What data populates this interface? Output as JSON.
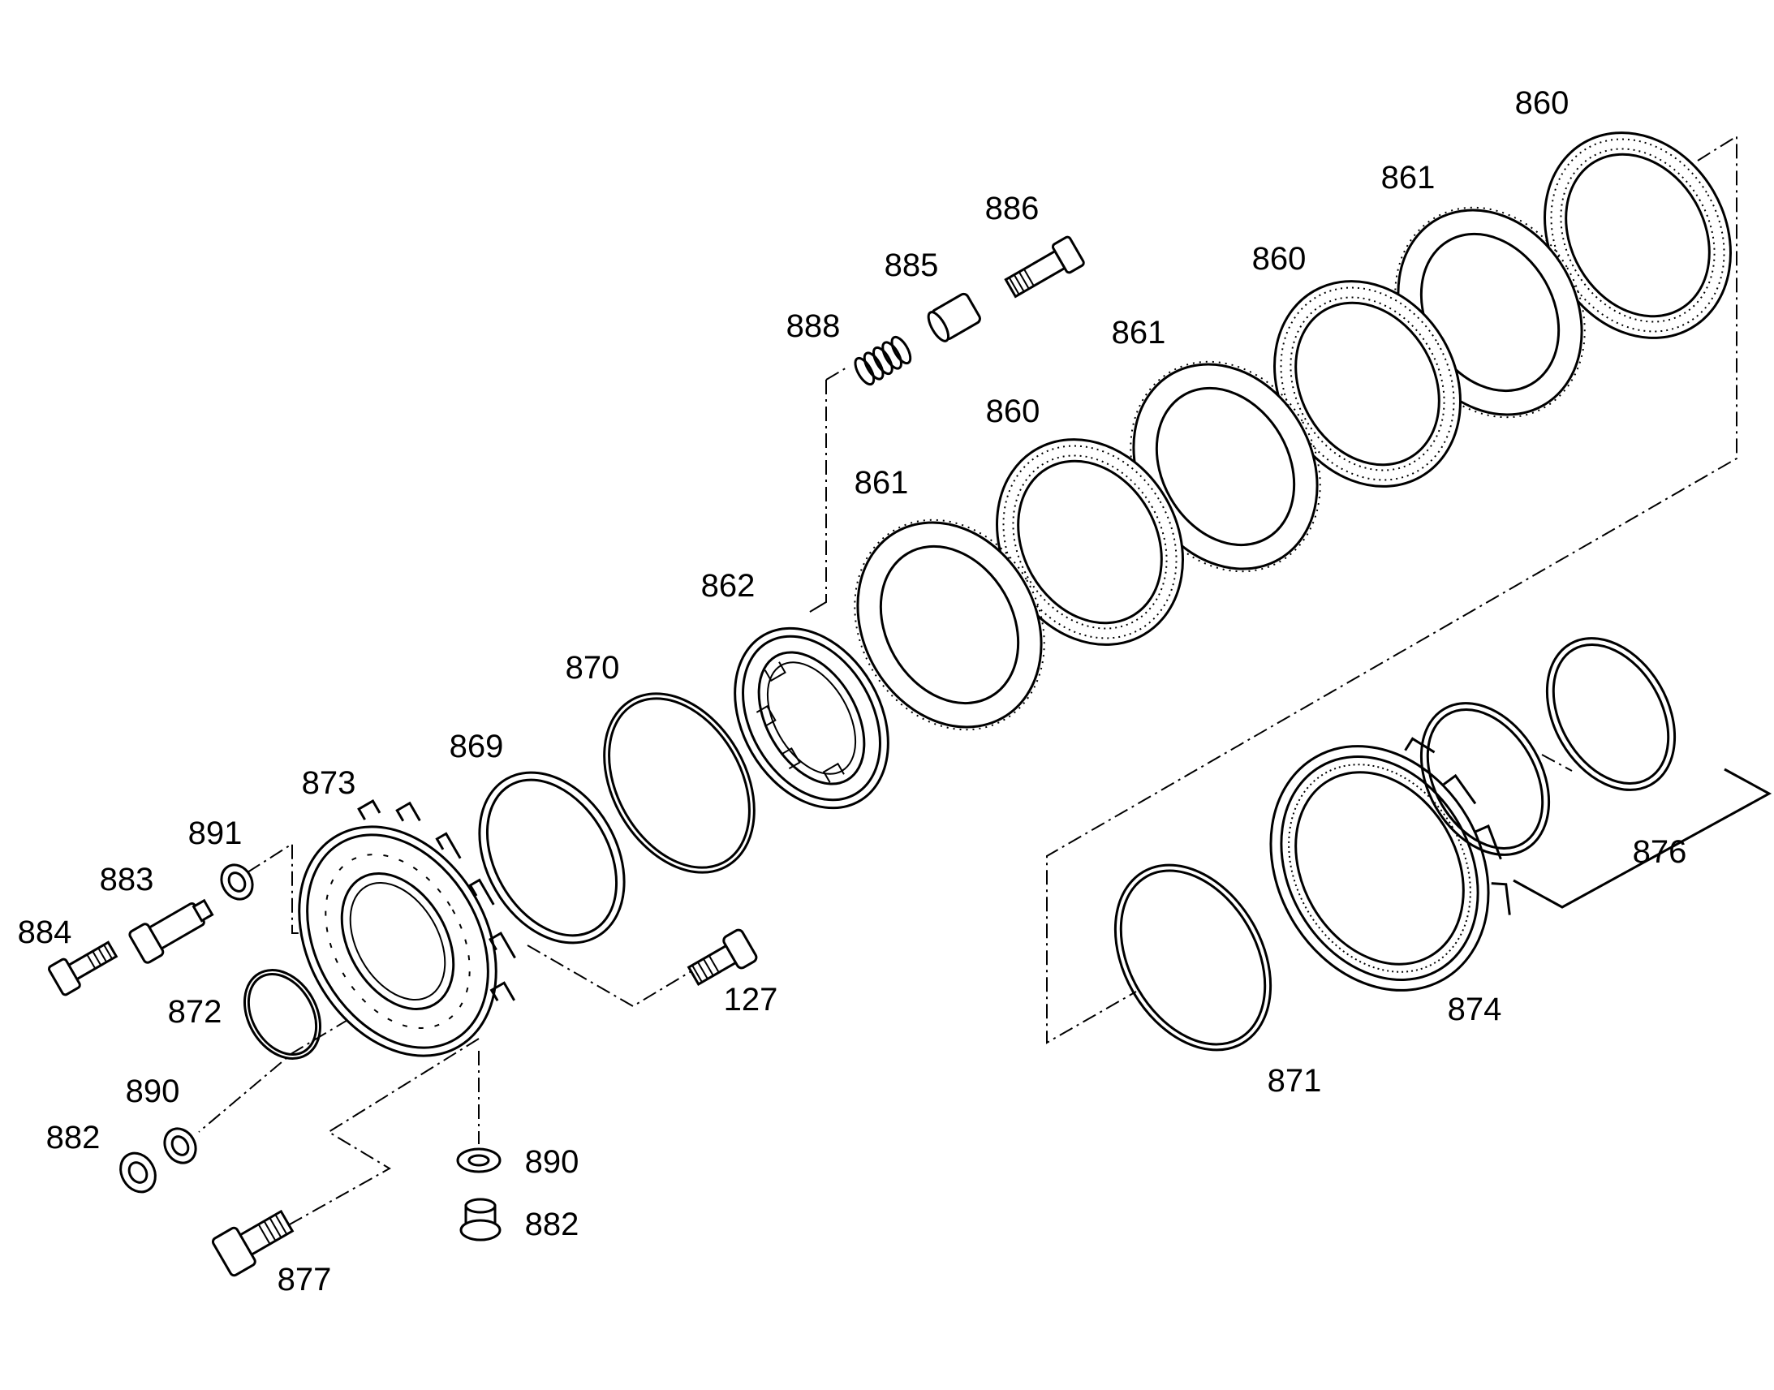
{
  "diagram": {
    "parts": [
      {
        "id": "p860a",
        "label": "860",
        "icon": "friction-disc-icon"
      },
      {
        "id": "p861a",
        "label": "861",
        "icon": "steel-disc-icon"
      },
      {
        "id": "p860b",
        "label": "860",
        "icon": "friction-disc-icon"
      },
      {
        "id": "p861b",
        "label": "861",
        "icon": "steel-disc-icon"
      },
      {
        "id": "p860c",
        "label": "860",
        "icon": "friction-disc-icon"
      },
      {
        "id": "p861c",
        "label": "861",
        "icon": "steel-disc-icon"
      },
      {
        "id": "p886",
        "label": "886",
        "icon": "bolt-icon"
      },
      {
        "id": "p885",
        "label": "885",
        "icon": "sleeve-icon"
      },
      {
        "id": "p888",
        "label": "888",
        "icon": "spring-icon"
      },
      {
        "id": "p862",
        "label": "862",
        "icon": "piston-icon"
      },
      {
        "id": "p870",
        "label": "870",
        "icon": "o-ring-icon"
      },
      {
        "id": "p869",
        "label": "869",
        "icon": "seal-ring-icon"
      },
      {
        "id": "p873",
        "label": "873",
        "icon": "housing-icon"
      },
      {
        "id": "p891",
        "label": "891",
        "icon": "washer-icon"
      },
      {
        "id": "p883",
        "label": "883",
        "icon": "bolt-icon"
      },
      {
        "id": "p884",
        "label": "884",
        "icon": "bolt-icon"
      },
      {
        "id": "p872",
        "label": "872",
        "icon": "o-ring-icon"
      },
      {
        "id": "p127",
        "label": "127",
        "icon": "screw-icon"
      },
      {
        "id": "p890a",
        "label": "890",
        "icon": "washer-icon"
      },
      {
        "id": "p882a",
        "label": "882",
        "icon": "plug-icon"
      },
      {
        "id": "p890b",
        "label": "890",
        "icon": "washer-icon"
      },
      {
        "id": "p882b",
        "label": "882",
        "icon": "plug-icon"
      },
      {
        "id": "p877",
        "label": "877",
        "icon": "bolt-icon"
      },
      {
        "id": "p871",
        "label": "871",
        "icon": "o-ring-icon"
      },
      {
        "id": "p874",
        "label": "874",
        "icon": "disc-carrier-icon"
      },
      {
        "id": "p876",
        "label": "876",
        "icon": "seal-ring-pair-icon"
      }
    ]
  }
}
